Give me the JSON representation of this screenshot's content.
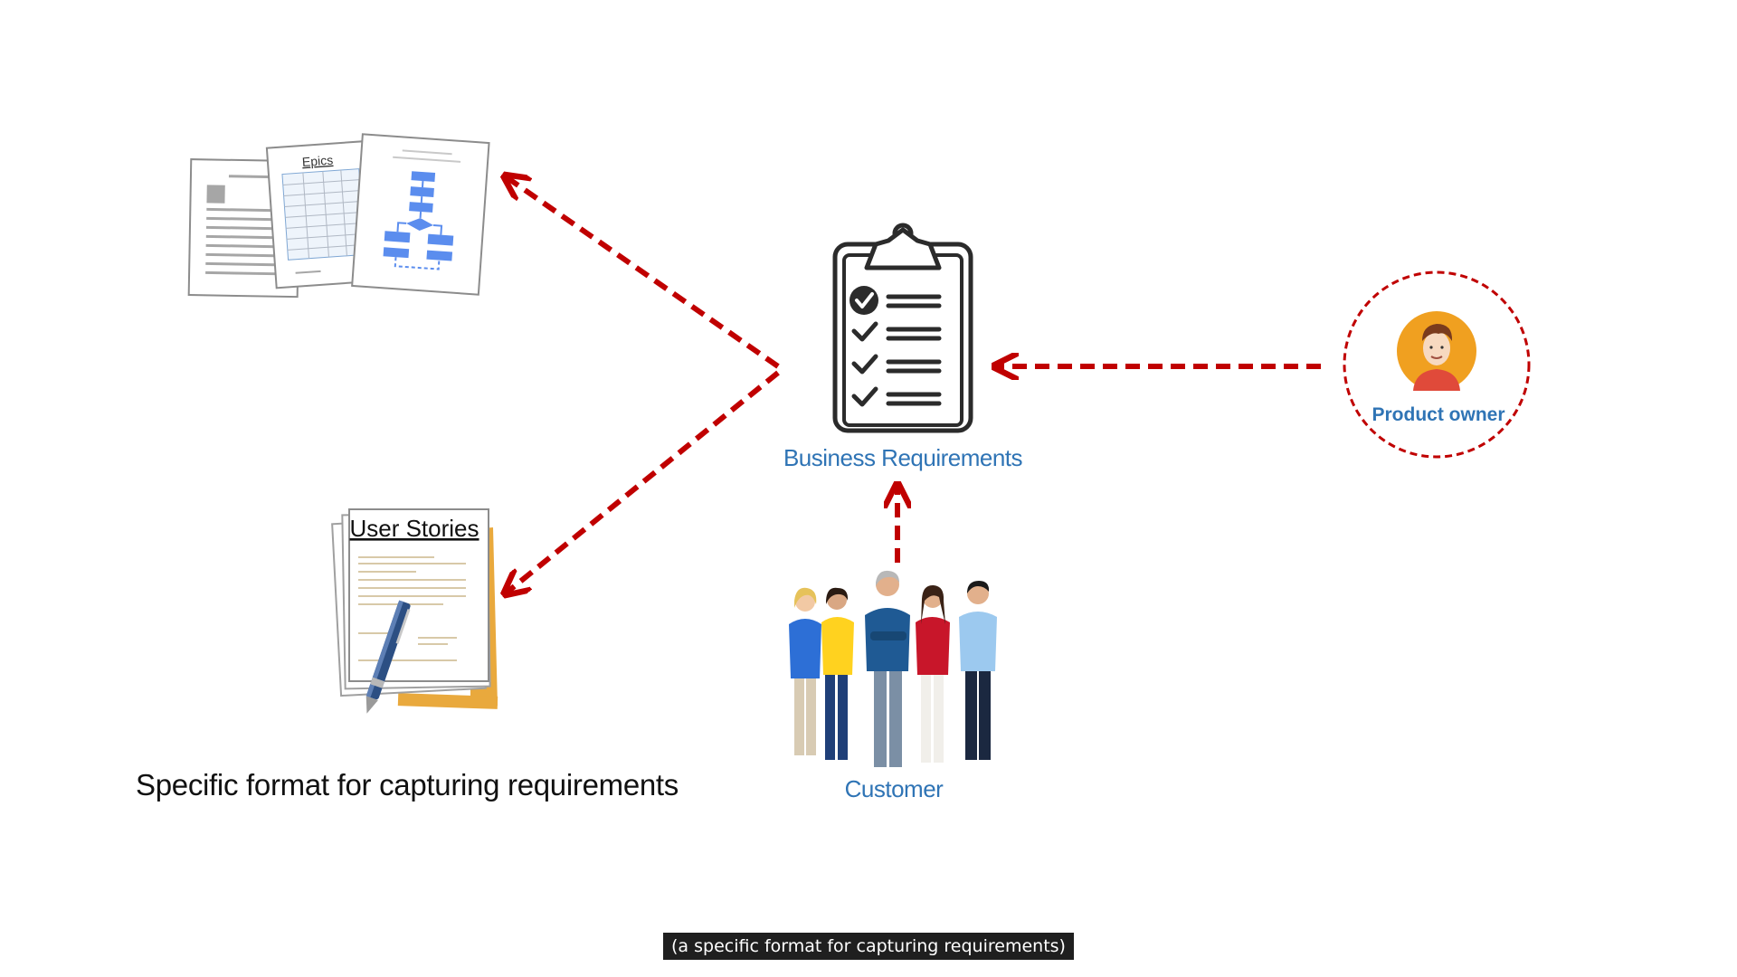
{
  "docs": {
    "epics_label": "Epics",
    "user_stories_label": "User Stories"
  },
  "center": {
    "label": "Business Requirements"
  },
  "product_owner": {
    "label": "Product owner"
  },
  "customer": {
    "label": "Customer"
  },
  "heading": "Specific format for capturing requirements",
  "caption": "(a specific format for capturing requirements)",
  "colors": {
    "arrow": "#c00000",
    "label_blue": "#2f74b5",
    "flow_blue": "#5b8dee",
    "avatar_orange": "#f0a020"
  },
  "icons": [
    "documents-icon",
    "epics-icon",
    "flowchart-icon",
    "user-stories-icon",
    "pen-icon",
    "clipboard-checklist-icon",
    "product-owner-avatar-icon",
    "customer-group-icon"
  ]
}
